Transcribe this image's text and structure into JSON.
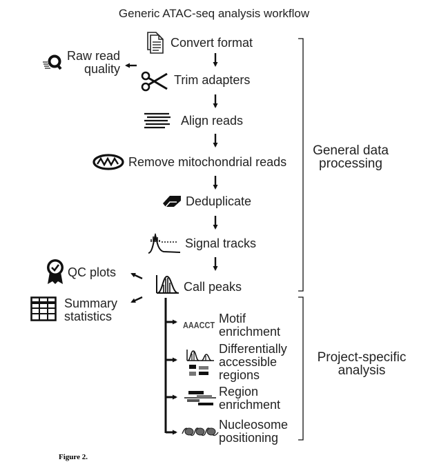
{
  "title": "Generic ATAC-seq analysis workflow",
  "steps": {
    "convert": "Convert format",
    "trim": "Trim adapters",
    "align": "Align reads",
    "mito": "Remove mitochondrial reads",
    "dedup": "Deduplicate",
    "signal": "Signal tracks",
    "peaks": "Call peaks"
  },
  "qc": {
    "raw_read_quality": [
      "Raw read",
      "quality"
    ],
    "qc_plots": "QC plots",
    "summary_statistics": [
      "Summary",
      "statistics"
    ]
  },
  "project": {
    "motif": [
      "Motif",
      "enrichment"
    ],
    "differential": [
      "Differentially",
      "accessible",
      "regions"
    ],
    "region": [
      "Region",
      "enrichment"
    ],
    "nucleosome": [
      "Nucleosome",
      "positioning"
    ]
  },
  "groups": {
    "general": [
      "General data",
      "processing"
    ],
    "project_specific": [
      "Project-specific",
      "analysis"
    ]
  },
  "motif_logo_text": "AAACCT",
  "caption": "Figure 2."
}
